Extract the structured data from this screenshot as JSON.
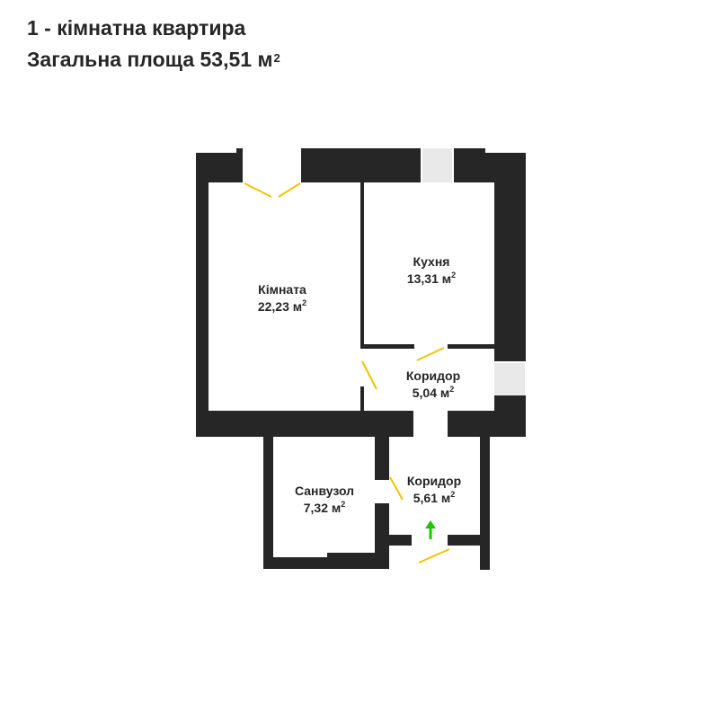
{
  "header": {
    "title": "1 - кімнатна квартира",
    "area_label": "Загальна площа 53,51 м",
    "area_sup": "2"
  },
  "rooms": [
    {
      "name": "Кімната",
      "area": "22,23 м",
      "sup": "2"
    },
    {
      "name": "Кухня",
      "area": "13,31 м",
      "sup": "2"
    },
    {
      "name": "Коридор",
      "area": "5,04 м",
      "sup": "2"
    },
    {
      "name": "Санвузол",
      "area": "7,32 м",
      "sup": "2"
    },
    {
      "name": "Коридор",
      "area": "5,61 м",
      "sup": "2"
    }
  ],
  "colors": {
    "wall": "#262626",
    "door": "#f2c400",
    "window": "#e9e9e9",
    "entry_arrow": "#22c400"
  },
  "icons": {
    "entry": "entry-arrow-icon"
  }
}
